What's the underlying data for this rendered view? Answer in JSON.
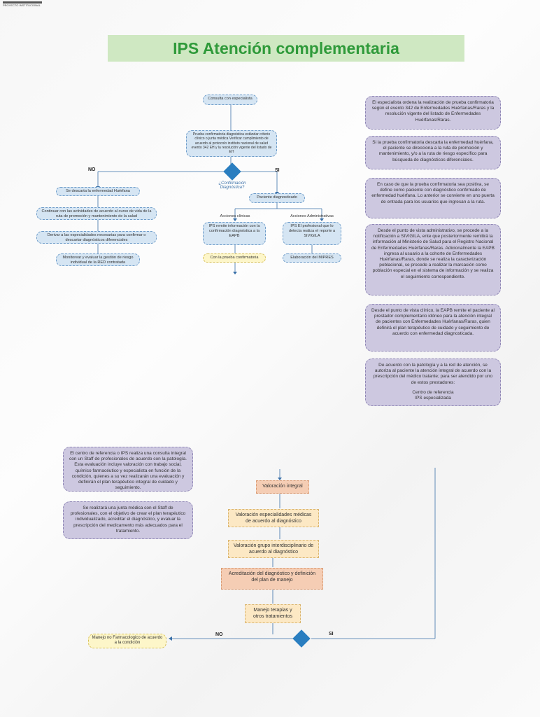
{
  "logo_text": "PROYECTO INSTITUCIONAL",
  "title": "IPS Atención complementaria",
  "top_flow": {
    "consulta": "Consulta con especialista",
    "prueba": "Prueba confirmatoria diagnóstica estándar criterio clínico o junta médica Verificar cumplimiento de acuerdo al protocolo instituto nacional de salud evento 342 EH y la resolución vigente del listado de EH",
    "no_label": "NO",
    "si_label": "SI",
    "confirmacion": "¿Confirmación Diagnóstica?",
    "descarta": "Se descarta la enfermedad Huérfana",
    "continuar": "Continuar con las actividades de acuerdo al curso de vida de la ruta de promoción y mantenimiento de la salud",
    "derivar": "Derivar a las especialidades necesarias para confirmar o descartar diagnósticos diferenciales",
    "monitorear": "Monitorear y evaluar la gestión de riesgo individual de la RED contratada",
    "paciente": "Paciente diagnosticado",
    "acciones_clinicas": "Acciones clínicas",
    "ips_clinica": "IPS remite información con la confirmación diagnóstica a la EAPB",
    "con_prueba": "Con la prueba confirmatoria",
    "acciones_admin": "Acciones Administrativas",
    "ips_admin": "IPS El profesional que lo detecta realiza el reporte a SIVIGILA",
    "elaboracion": "Elaboración del MIPRES"
  },
  "notes_right": [
    "El especialista ordena la realización de prueba confirmatoria según el evento 342 de Enfermedades Huérfanas/Raras y la resolución vigente del listado de Enfermedades Huérfanas/Raras.",
    "Si la prueba confirmatoria descarta la enfermedad huérfana, el paciente se direcciona a la ruta de promoción y mantenimiento, y/o a la ruta de riesgo específico para búsqueda de diagnósticos diferenciales.",
    "En caso de que la prueba confirmatoria sea positiva, se define como paciente con diagnóstico confirmado de enfermedad huérfana. Lo anterior se convierte en uno puerta de entrada para los usuarios que ingresan a la ruta.",
    "Desde el punto de vista administrativo, se procede a la notificación a SIVIGILA, ente que posteriormente remitirá la información al Ministerio de Salud para el Registro Nacional de Enfermedades Huérfanas/Raras. Adicionalmente la EAPB ingresa al usuario a la cohorte de Enfermedades Huérfanas/Raras, donde se realiza la caracterización poblacional, se procede a realizar la marcación como población especial en el sistema de información y se realiza el seguimiento correspondiente.",
    "Desde el punto de vista clínico, la EAPB remite el paciente al prestador complementario idóneo para la atención integral de pacientes con Enfermedades Huérfanas/Raras, quien definirá el plan terapéutico de cuidado y seguimiento de acuerdo con enfermedad diagnosticada."
  ],
  "note_centro": {
    "text": "De acuerdo con la patología y a la red de atención, se autoriza al paciente la atención integral de acuerdo con la prescripción del médico tratante; para ser atendido por uno de estos prestadores:",
    "line1": "Centro de referencia",
    "line2": "IPS especializada"
  },
  "notes_left": [
    "El centro de referencia o IPS realiza una consulta integral con un Staff de profesionales de acuerdo con la patología. Esta evaluación incluye valoración con trabajo social, químico farmacéutico y especialista en función de la condición, quienes a su vez realizarán una evaluación y definirán el plan terapéutico integral de cuidado y seguimiento.",
    "Se realizará una junta médica con el Staff de profesionales, con el objetivo de crear el plan terapéutico individualizado, acreditar el diagnóstico, y evaluar la prescripción del medicamento más adecuados para el tratamiento."
  ],
  "bottom_flow": {
    "valoracion": "Valoración integral",
    "especialidades": "Valoración especialidades médicas de acuerdo al diagnóstico",
    "grupo": "Valoración grupo interdisciplinario de acuerdo al diagnóstico",
    "acreditacion": "Acreditación del diagnóstico y definición del plan de manejo",
    "manejo": "Manejo terapias y otros tratamientos",
    "no_label": "NO",
    "si_label": "SI",
    "no_farma": "Manejo no Farmacologico de acuerdo a la condición"
  },
  "colors": {
    "title_bg": "#cfe8c2",
    "title_text": "#2f9a3a",
    "diamond": "#2a7ec0",
    "note_bg": "#cdc8e0",
    "step_bg": "#d5e5f3"
  }
}
